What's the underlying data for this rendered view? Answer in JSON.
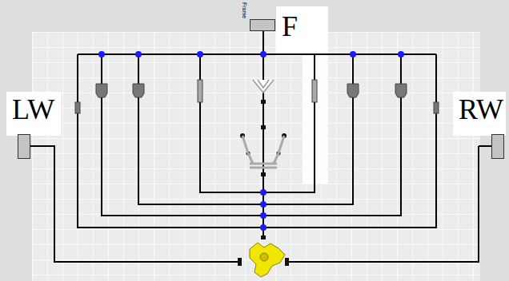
{
  "diagram": {
    "nodes": [
      {
        "text": [
          "F",
          "Frame"
        ]
      },
      {
        "text": [
          "LW"
        ]
      },
      {
        "text": [
          "RW"
        ]
      }
    ]
  }
}
